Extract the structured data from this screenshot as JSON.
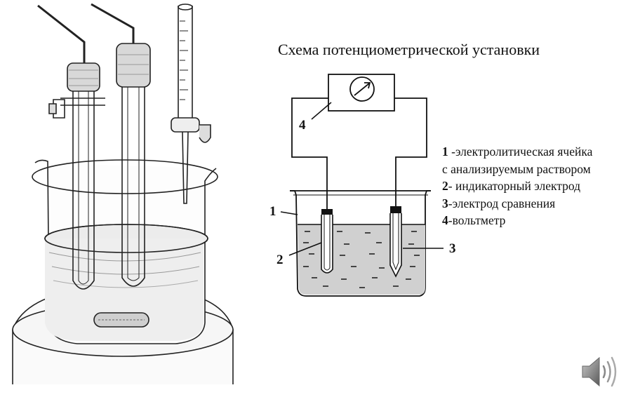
{
  "diagram": {
    "title": "Схема потенциометрической установки",
    "legend": [
      {
        "num": "1",
        "text": " -электролитическая ячейка"
      },
      {
        "num": "",
        "text": "с анализируемым раствором"
      },
      {
        "num": "2",
        "text": "- индикаторный электрод"
      },
      {
        "num": "3",
        "text": "-электрод сравнения"
      },
      {
        "num": "4",
        "text": "-вольтметр"
      }
    ],
    "callouts": {
      "cell": "1",
      "indicator_electrode": "2",
      "reference_electrode": "3",
      "voltmeter": "4"
    }
  },
  "icons": {
    "speaker": "speaker-icon",
    "gauge": "gauge-icon"
  }
}
